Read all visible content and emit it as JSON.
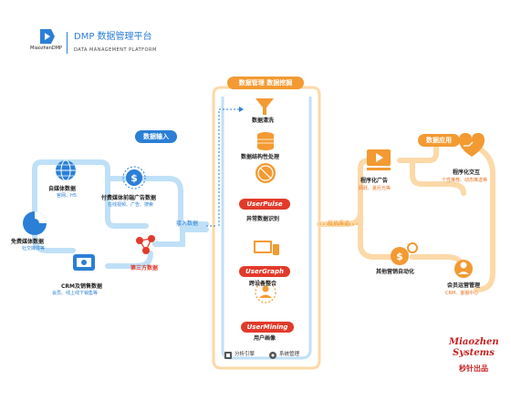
{
  "header": {
    "title": "DMP 数据管理平台",
    "subtitle": "DATA MANAGEMENT PLATFORM",
    "logo_text": "MiaozhenDMP"
  },
  "sections": {
    "input": "数据输入",
    "management": "数据管理   数据挖掘",
    "application": "数据应用",
    "access": "接入数据",
    "deliver": "投放渠道"
  },
  "sources": [
    {
      "label": "自媒体数据",
      "sub": "官网、H5"
    },
    {
      "label": "付费媒体前端广告数据",
      "sub": "在线视频、广告、搜索"
    },
    {
      "label": "免费媒体数据",
      "sub": "社交媒体等"
    },
    {
      "label": "第三方数据",
      "sub": ""
    },
    {
      "label": "CRM及销售数据",
      "sub": "会员、线上线下销售等"
    }
  ],
  "pipeline": [
    {
      "label": "数据清洗"
    },
    {
      "label": "数据结构性处理"
    },
    {
      "label": "异常数据识别",
      "badge": "UserPulse"
    },
    {
      "label": "跨设备整合",
      "badge": "UserGraph"
    },
    {
      "label": "用户画像",
      "badge": "UserMining"
    }
  ],
  "tools": {
    "analysis": "分析引擎",
    "system": "系统管理"
  },
  "apps": [
    {
      "label": "程序化广告",
      "sub": "网跃、夏尼光等"
    },
    {
      "label": "程序化交互",
      "sub": "个性推荐、动态推送等"
    },
    {
      "label": "其他营销自动化",
      "sub": ""
    },
    {
      "label": "会员运营管理",
      "sub": "CRM、客服中心"
    }
  ],
  "footer": {
    "brand_top": "Miaozhen",
    "brand_bottom": "Systems",
    "tagline": "秒针出品"
  },
  "colors": {
    "blue": "#2b7fd6",
    "orange": "#f39a32",
    "red": "#e23a2a",
    "light_blue": "#bfe0f7",
    "light_orange": "#fcd9a8"
  }
}
